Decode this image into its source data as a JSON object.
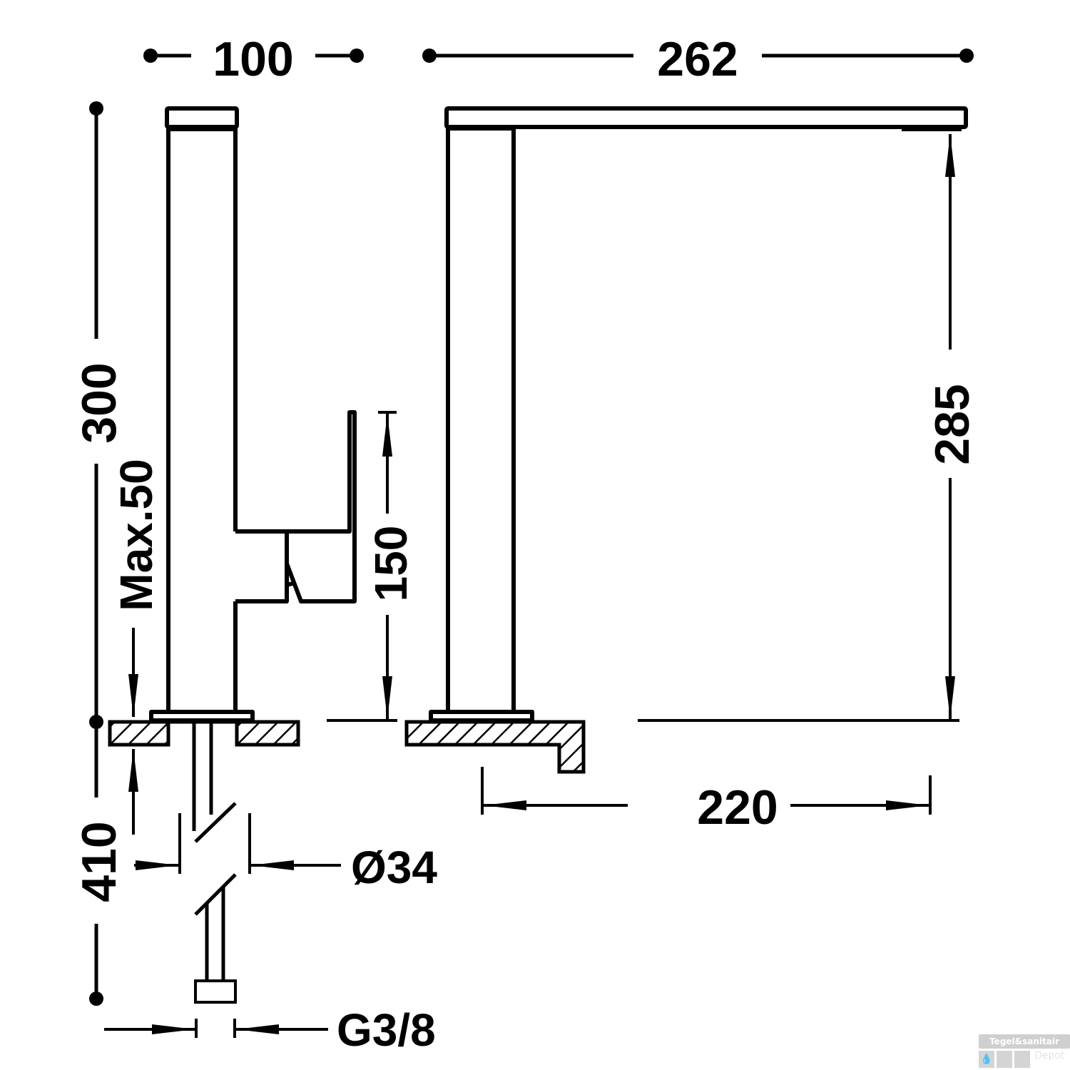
{
  "drawing": {
    "title": "Kitchen faucet dimension drawing",
    "units": "mm",
    "colors": {
      "line": "#000000",
      "background": "#ffffff",
      "watermark": "#cfcfcf"
    }
  },
  "dimensions": {
    "top_width_side": "100",
    "spout_reach_total": "262",
    "total_height": "300",
    "max_deck_thickness": "Max.50",
    "handle_height": "150",
    "spout_height": "285",
    "reach_from_deck": "220",
    "hose_length": "410",
    "hole_diameter": "Ø34",
    "connection_thread": "G3/8"
  },
  "watermark": {
    "brand_line1": "Tegel&sanitair",
    "brand_line2": "Depot",
    "icon": "water-drop-icon"
  }
}
